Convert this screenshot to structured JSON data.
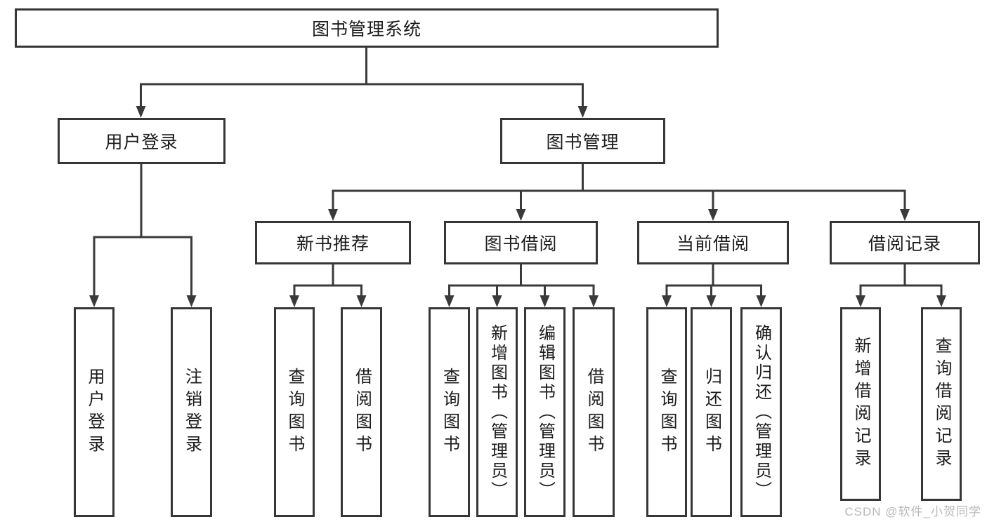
{
  "colors": {
    "canvas_bg": "#ffffff",
    "line": "#3a3a3a",
    "box_border": "#363636",
    "text": "#1c1c1c",
    "watermark": "#b9b9b9"
  },
  "tree": {
    "root_label": "图书管理系统",
    "user_login": {
      "label": "用户登录",
      "children": [
        "用户登录",
        "注销登录"
      ]
    },
    "book_mgmt": {
      "label": "图书管理",
      "sections": [
        {
          "label": "新书推荐",
          "children": [
            "查询图书",
            "借阅图书"
          ]
        },
        {
          "label": "图书借阅",
          "children": [
            "查询图书",
            "新增图书（管理员）",
            "编辑图书（管理员）",
            "借阅图书"
          ]
        },
        {
          "label": "当前借阅",
          "children": [
            "查询图书",
            "归还图书",
            "确认归还（管理员）"
          ]
        },
        {
          "label": "借阅记录",
          "children": [
            "新增借阅记录",
            "查询借阅记录"
          ]
        }
      ]
    }
  },
  "watermark": "CSDN @软件_小贺同学"
}
